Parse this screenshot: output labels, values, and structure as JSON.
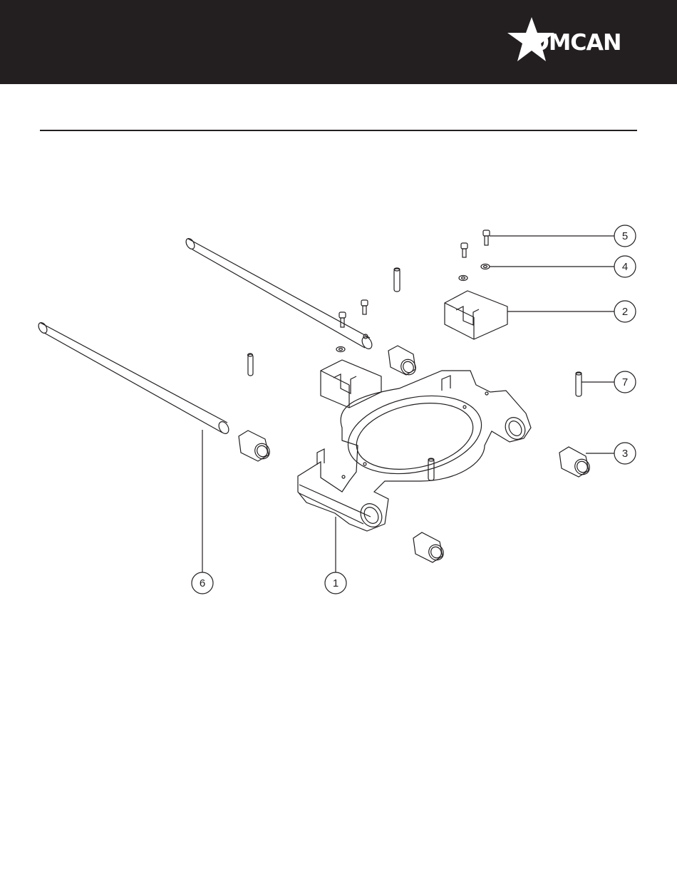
{
  "header": {
    "brand": "OMCAN",
    "background_color": "#231f20",
    "logo_icon": "star-icon"
  },
  "diagram": {
    "callouts": [
      {
        "id": "1",
        "label": "1"
      },
      {
        "id": "2",
        "label": "2"
      },
      {
        "id": "3",
        "label": "3"
      },
      {
        "id": "4",
        "label": "4"
      },
      {
        "id": "5",
        "label": "5"
      },
      {
        "id": "6",
        "label": "6"
      },
      {
        "id": "7",
        "label": "7"
      }
    ]
  }
}
